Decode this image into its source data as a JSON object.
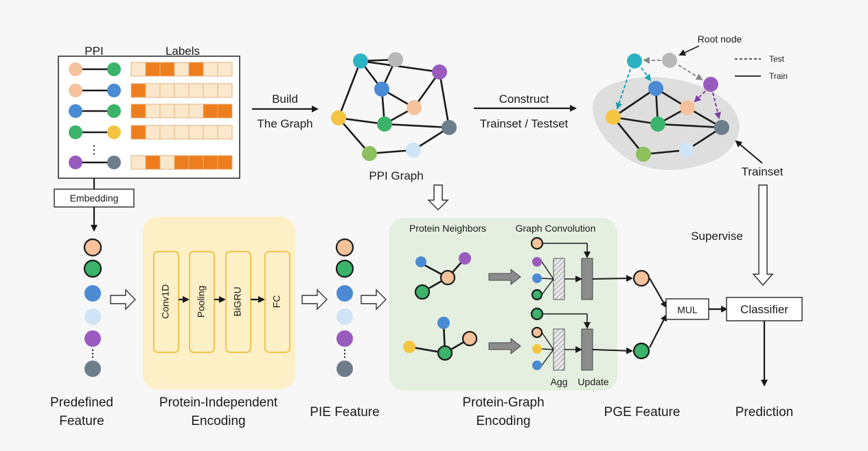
{
  "colors": {
    "peach": "#f5c29b",
    "green": "#3bb36a",
    "blue": "#4a8bd3",
    "light_blue": "#cfe4f7",
    "purple": "#9a5bbf",
    "gray": "#6e7d8c",
    "light_gray": "#b8b8b8",
    "yellow": "#f4c542",
    "teal": "#2bb3c4",
    "orange": "#ee7d1e",
    "label_fill": "#fbe8cc",
    "encoding_bg": "#fdefc6",
    "graph_bg": "#e4efdf"
  },
  "ppi": {
    "header": "PPI",
    "labels_header": "Labels",
    "rows": [
      {
        "left": "peach",
        "right": "green",
        "labels": [
          0,
          1,
          1,
          0,
          1,
          0,
          0
        ]
      },
      {
        "left": "peach",
        "right": "blue",
        "labels": [
          1,
          0,
          0,
          0,
          0,
          0,
          0
        ]
      },
      {
        "left": "blue",
        "right": "green",
        "labels": [
          1,
          0,
          0,
          0,
          0,
          1,
          1
        ]
      },
      {
        "left": "green",
        "right": "yellow",
        "labels": [
          1,
          0,
          0,
          0,
          0,
          0,
          0
        ]
      },
      {
        "left": "purple",
        "right": "gray",
        "labels": [
          0,
          1,
          0,
          1,
          1,
          1,
          1
        ]
      }
    ],
    "ellipsis": "⋮"
  },
  "embedding_label": "Embedding",
  "build_label": [
    "Build",
    "The Graph"
  ],
  "ppi_graph_label": "PPI  Graph",
  "construct_label": [
    "Construct",
    "Trainset  / Testset"
  ],
  "legend": {
    "root_node": "Root node",
    "test": "Test",
    "train": "Train"
  },
  "trainset_label": "Trainset",
  "supervise_label": "Supervise",
  "encoding_steps": [
    "Conv1D",
    "Pooling",
    "BiGRU",
    "FC"
  ],
  "protein_neighbors_label": "Protein Neighbors",
  "graph_convolution_label": "Graph Convolution",
  "agg_label": "Agg",
  "update_label": "Update",
  "mul_label": "MUL",
  "classifier_label": "Classifier",
  "bottom_labels": {
    "predefined": [
      "Predefined",
      "Feature"
    ],
    "pie_encoding": [
      "Protein-Independent",
      "Encoding"
    ],
    "pie_feature": "PIE Feature",
    "pg_encoding": [
      "Protein-Graph",
      "Encoding"
    ],
    "pge_feature": "PGE Feature",
    "prediction": "Prediction"
  }
}
